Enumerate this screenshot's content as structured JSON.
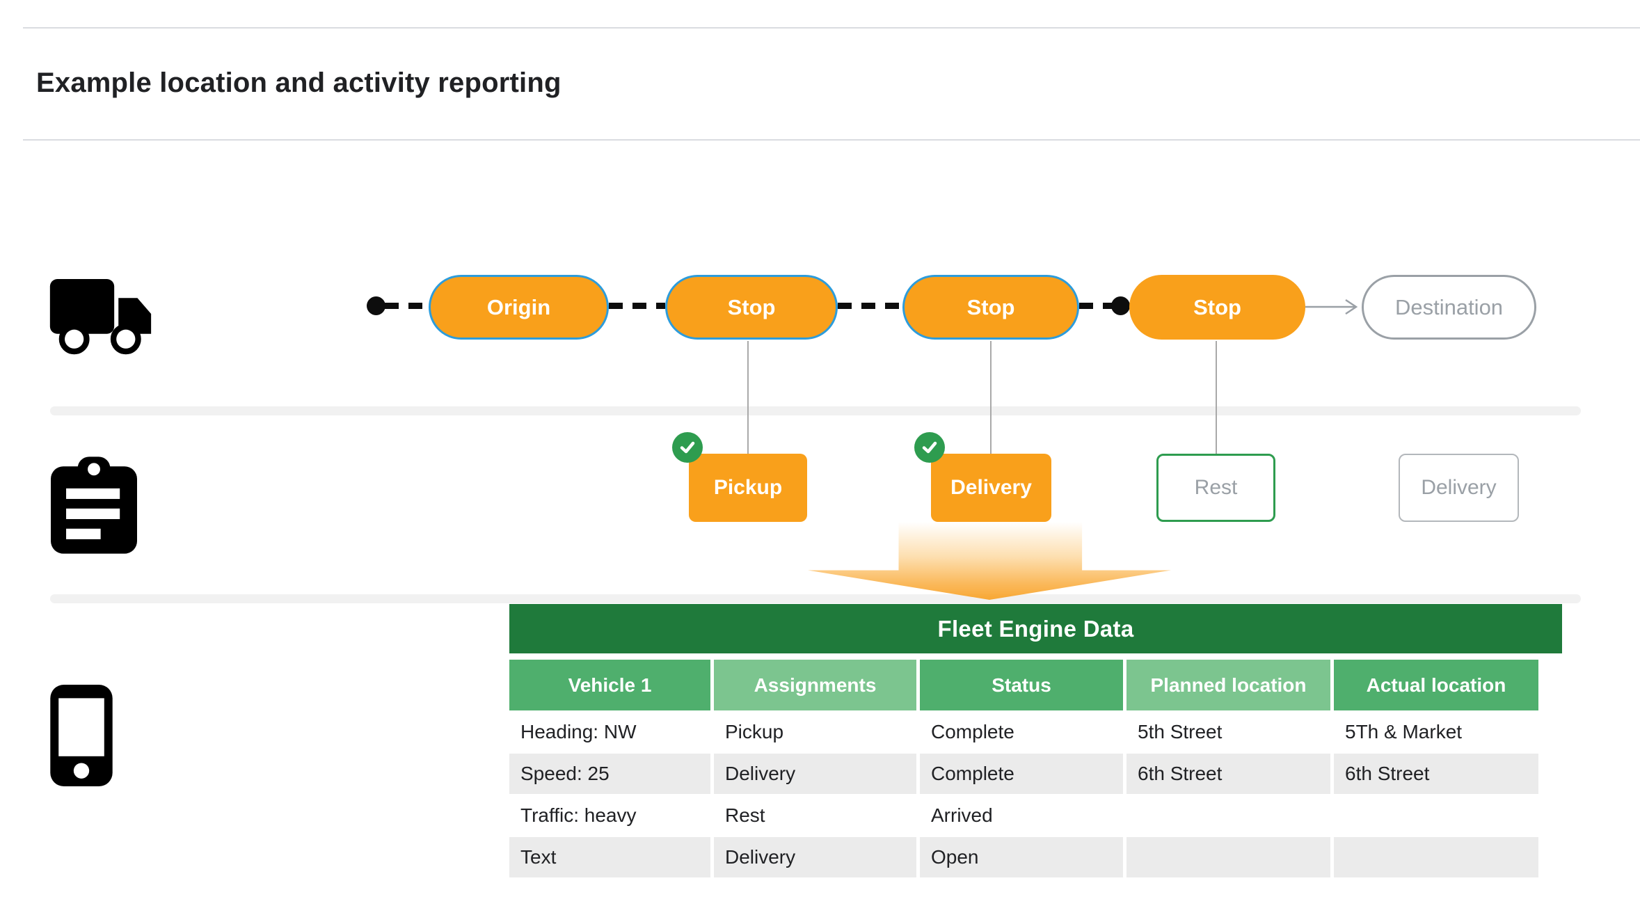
{
  "header": {
    "title": "Example location and activity reporting"
  },
  "route": {
    "pills": [
      {
        "label": "Origin",
        "style": "orange-blue-border"
      },
      {
        "label": "Stop",
        "style": "orange-blue-border"
      },
      {
        "label": "Stop",
        "style": "orange-blue-border"
      },
      {
        "label": "Stop",
        "style": "orange"
      },
      {
        "label": "Destination",
        "style": "gray-outline"
      }
    ]
  },
  "activities": {
    "items": [
      {
        "label": "Pickup",
        "style": "orange",
        "completed": true
      },
      {
        "label": "Delivery",
        "style": "orange",
        "completed": true
      },
      {
        "label": "Rest",
        "style": "green-outline",
        "completed": false
      },
      {
        "label": "Delivery",
        "style": "gray-outline",
        "completed": false
      }
    ]
  },
  "icons": [
    "truck-icon",
    "clipboard-icon",
    "phone-icon",
    "check-icon",
    "arrow-down-icon"
  ],
  "table": {
    "title": "Fleet Engine Data",
    "columns": [
      "Vehicle 1",
      "Assignments",
      "Status",
      "Planned location",
      "Actual location"
    ],
    "rows": [
      [
        "Heading: NW",
        "Pickup",
        "Complete",
        "5th Street",
        "5Th & Market"
      ],
      [
        "Speed: 25",
        "Delivery",
        "Complete",
        "6th Street",
        "6th Street"
      ],
      [
        "Traffic: heavy",
        "Rest",
        "Arrived",
        "",
        ""
      ],
      [
        "Text",
        "Delivery",
        "Open",
        "",
        ""
      ]
    ]
  },
  "colors": {
    "orange": "#F9A01B",
    "blue_border": "#2D9CDB",
    "green_dark": "#1F7A3B",
    "green_medium": "#4FAF6D",
    "green_light": "#7CC58F",
    "green_check": "#2E9C4F",
    "gray_text": "#9AA0A6",
    "row_stripe": "#EBEBEB"
  }
}
